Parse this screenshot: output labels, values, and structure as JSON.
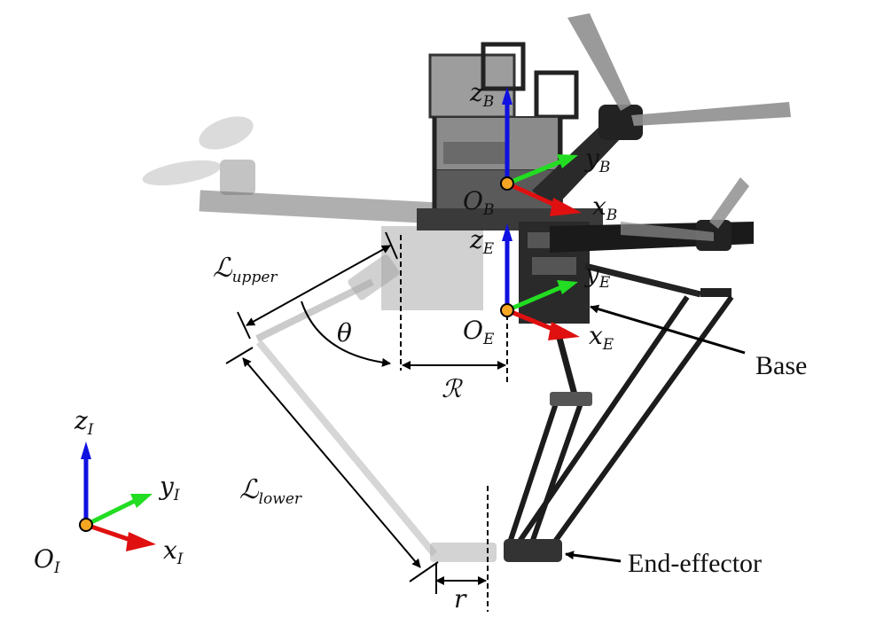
{
  "frames": {
    "body": {
      "z_label": "z",
      "z_sub": "B",
      "y_label": "y",
      "y_sub": "B",
      "x_label": "x",
      "x_sub": "B",
      "origin_label": "O",
      "origin_sub": "B"
    },
    "end": {
      "z_label": "z",
      "z_sub": "E",
      "y_label": "y",
      "y_sub": "E",
      "x_label": "x",
      "x_sub": "E",
      "origin_label": "O",
      "origin_sub": "E"
    },
    "inertial": {
      "z_label": "z",
      "z_sub": "I",
      "y_label": "y",
      "y_sub": "I",
      "x_label": "x",
      "x_sub": "I",
      "origin_label": "O",
      "origin_sub": "I"
    }
  },
  "dimensions": {
    "upper_length": "ℒ",
    "upper_sub": "upper",
    "lower_length": "ℒ",
    "lower_sub": "lower",
    "angle": "θ",
    "base_radius": "ℛ",
    "ee_radius": "r"
  },
  "callouts": {
    "base": "Base",
    "end_effector": "End-effector"
  },
  "colors": {
    "z_axis": "#1010e0",
    "y_axis": "#22dd22",
    "x_axis": "#e01010",
    "origin_fill": "#f5a623",
    "origin_stroke": "#000000"
  }
}
